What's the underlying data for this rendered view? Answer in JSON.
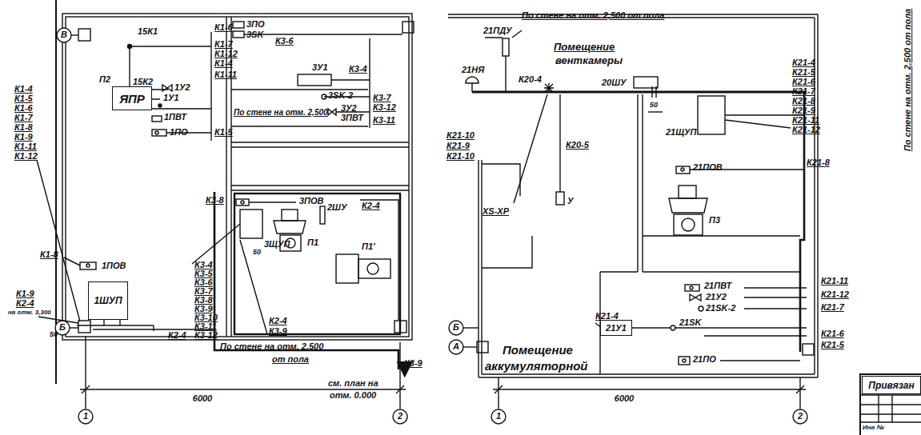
{
  "diagram": {
    "nodes": [
      {
        "text": [
          "ЯПР"
        ]
      },
      {
        "text": [
          "1ШУП"
        ]
      },
      {
        "text": [
          "21У1"
        ]
      },
      {
        "text": [
          "Привязан"
        ]
      }
    ],
    "labels": [
      "В",
      "15К1",
      "К1-6",
      "К1-7",
      "К1-12",
      "К1-4",
      "К1-11",
      "15К2",
      "П2",
      "1У2",
      "1У1",
      "1ПВТ",
      "1ПО",
      "К1-5",
      "3ПО",
      "3SK",
      "К3-6",
      "3У1",
      "К3-4",
      "3SK-2",
      "3У2",
      "3ПВТ",
      "К3-7",
      "К3-12",
      "К3-11",
      "По стене на отм. 2,500",
      "К3-8",
      "3ПОВ",
      "2ШУ",
      "К2-4",
      "П1",
      "3ЩУП",
      "50",
      "П1'",
      "К3-4",
      "К3-5",
      "К3-6",
      "К3-7",
      "К3-8",
      "К3-9",
      "К3-10",
      "К3-11",
      "К3-12",
      "К2-4",
      "К3-9",
      "По стене на отм. 2.500",
      "от пола",
      "К3-9",
      "см. план на",
      "отм. 0.000",
      "К1-4",
      "К1-5",
      "К1-6",
      "К1-7",
      "К1-8",
      "К1-9",
      "К1-11",
      "К1-12",
      "К1-8",
      "1ПОВ",
      "К1-9",
      "К2-4",
      "на отм. 3,300",
      "Б",
      "50",
      "К2-4",
      "6000",
      "1",
      "2",
      "По стене на отм. 2,500 от пола",
      "21ПДУ",
      "21НЯ",
      "К20-4",
      "Помещение",
      "венткамеры",
      "20ШУ",
      "К21-4",
      "К21-5",
      "К21-6",
      "К21-7",
      "К21-8",
      "К21-9",
      "К21-11",
      "К21-12",
      "По стене на отм. 2,500 от пола",
      "50",
      "21ЩУП",
      "К21-10",
      "К21-9",
      "К21-10",
      "К20-5",
      "21ПОВ",
      "К21-8",
      "XS-XP",
      "У",
      "П3",
      "Б",
      "А",
      "Помещение",
      "аккумуляторной",
      "21ПВТ",
      "21У2",
      "21SK-2",
      "К21-11",
      "К21-12",
      "К21-7",
      "К21-4",
      "21SK",
      "К21-6",
      "К21-5",
      "21ПО",
      "6000",
      "1",
      "2",
      "Инв №"
    ]
  }
}
